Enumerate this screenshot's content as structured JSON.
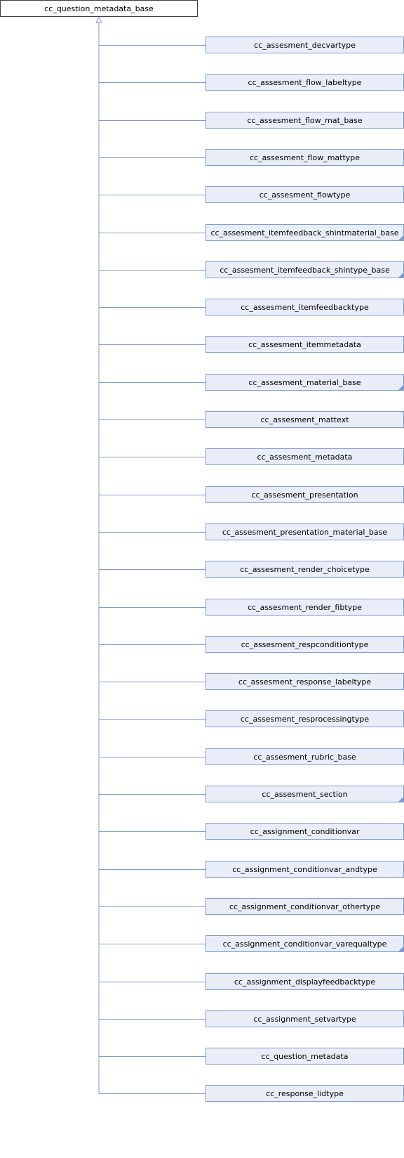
{
  "diagram": {
    "type": "inheritance",
    "base_class": "cc_question_metadata_base",
    "derived_classes": [
      {
        "name": "cc_assesment_decvartype",
        "has_more": false
      },
      {
        "name": "cc_assesment_flow_labeltype",
        "has_more": false
      },
      {
        "name": "cc_assesment_flow_mat_base",
        "has_more": false
      },
      {
        "name": "cc_assesment_flow_mattype",
        "has_more": false
      },
      {
        "name": "cc_assesment_flowtype",
        "has_more": false
      },
      {
        "name": "cc_assesment_itemfeedback_shintmaterial_base",
        "has_more": true
      },
      {
        "name": "cc_assesment_itemfeedback_shintype_base",
        "has_more": true
      },
      {
        "name": "cc_assesment_itemfeedbacktype",
        "has_more": false
      },
      {
        "name": "cc_assesment_itemmetadata",
        "has_more": false
      },
      {
        "name": "cc_assesment_material_base",
        "has_more": true
      },
      {
        "name": "cc_assesment_mattext",
        "has_more": false
      },
      {
        "name": "cc_assesment_metadata",
        "has_more": false
      },
      {
        "name": "cc_assesment_presentation",
        "has_more": false
      },
      {
        "name": "cc_assesment_presentation_material_base",
        "has_more": false
      },
      {
        "name": "cc_assesment_render_choicetype",
        "has_more": false
      },
      {
        "name": "cc_assesment_render_fibtype",
        "has_more": false
      },
      {
        "name": "cc_assesment_respconditiontype",
        "has_more": false
      },
      {
        "name": "cc_assesment_response_labeltype",
        "has_more": false
      },
      {
        "name": "cc_assesment_resprocessingtype",
        "has_more": false
      },
      {
        "name": "cc_assesment_rubric_base",
        "has_more": false
      },
      {
        "name": "cc_assesment_section",
        "has_more": true
      },
      {
        "name": "cc_assignment_conditionvar",
        "has_more": false
      },
      {
        "name": "cc_assignment_conditionvar_andtype",
        "has_more": false
      },
      {
        "name": "cc_assignment_conditionvar_othertype",
        "has_more": false
      },
      {
        "name": "cc_assignment_conditionvar_varequaltype",
        "has_more": true
      },
      {
        "name": "cc_assignment_displayfeedbacktype",
        "has_more": false
      },
      {
        "name": "cc_assignment_setvartype",
        "has_more": false
      },
      {
        "name": "cc_question_metadata",
        "has_more": false
      },
      {
        "name": "cc_response_lidtype",
        "has_more": false
      }
    ],
    "colors": {
      "edge": "#7f9bd2",
      "node_fill": "#e8edf8",
      "node_border": "#7f9bd2",
      "root_border": "#404040"
    }
  }
}
